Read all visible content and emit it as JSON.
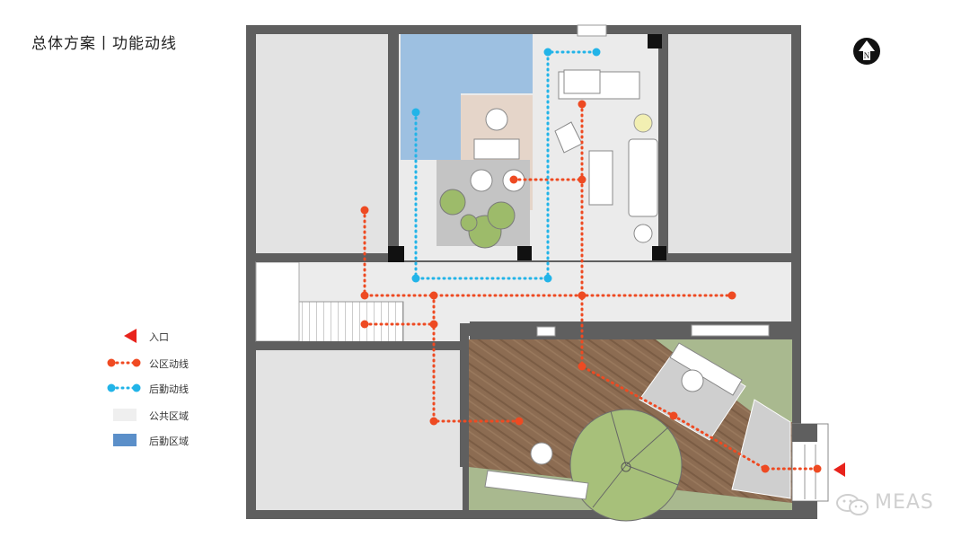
{
  "title": "总体方案丨功能动线",
  "compass": {
    "letter": "N"
  },
  "legend": {
    "items": [
      {
        "label": "入口",
        "kind": "arrow",
        "color": "#e8231c"
      },
      {
        "label": "公区动线",
        "kind": "dots",
        "color": "#f04a22"
      },
      {
        "label": "后勤动线",
        "kind": "dots",
        "color": "#22b4e8"
      },
      {
        "label": "公共区域",
        "kind": "swatch",
        "color": "#efefef"
      },
      {
        "label": "后勤区域",
        "kind": "swatch",
        "color": "#5b8fc9"
      }
    ]
  },
  "watermark": "MEAS",
  "colors": {
    "wall": "#5b5b5b",
    "room": "#e3e3e3",
    "public_floor": "#ededed",
    "service_area": "#9ec1e2",
    "wood_floor": "#8a6a50",
    "lawn": "#a9b98f",
    "public_route": "#ee4a22",
    "service_route": "#22b4e8"
  }
}
